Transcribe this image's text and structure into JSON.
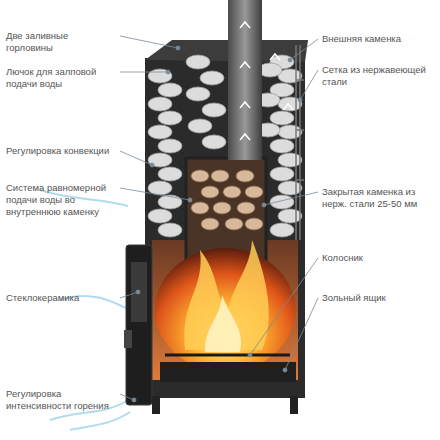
{
  "diagram": {
    "labels": [
      "Две заливные горловины",
      "Лючок для залповой подачи воды",
      "Регулировка конвекции",
      "Система равномерной подачи воды во внутреннюю каменку",
      "Стеклокерамика",
      "Регулировка интенсивности горения",
      "Внешняя каменка",
      "Сетка из нержавеющей стали",
      "Закрытая каменка из нерж. стали 25-50 мм",
      "Колосник",
      "Зольный ящик"
    ]
  }
}
